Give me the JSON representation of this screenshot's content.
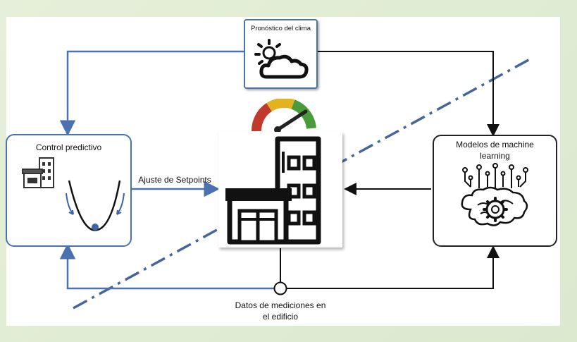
{
  "weather": {
    "label": "Pronóstico del clima",
    "icon": "weather-sun-cloud-icon"
  },
  "control": {
    "label": "Control predictivo",
    "icon": "building-icon",
    "chart_icon": "optimization-curve-icon"
  },
  "setpoints": {
    "label": "Ajuste de Setpoints"
  },
  "ml": {
    "label_line1": "Modelos de machine",
    "label_line2": "learning",
    "icon": "brain-gear-icon"
  },
  "building": {
    "icon": "building-icon",
    "gauge_icon": "gauge-icon"
  },
  "data": {
    "label_line1": "Datos de mediciones en",
    "label_line2": "el edificio"
  },
  "colors": {
    "blue": "#4a72b0",
    "black": "#111111",
    "dash": "#44669c",
    "ml_border": "#222222"
  }
}
